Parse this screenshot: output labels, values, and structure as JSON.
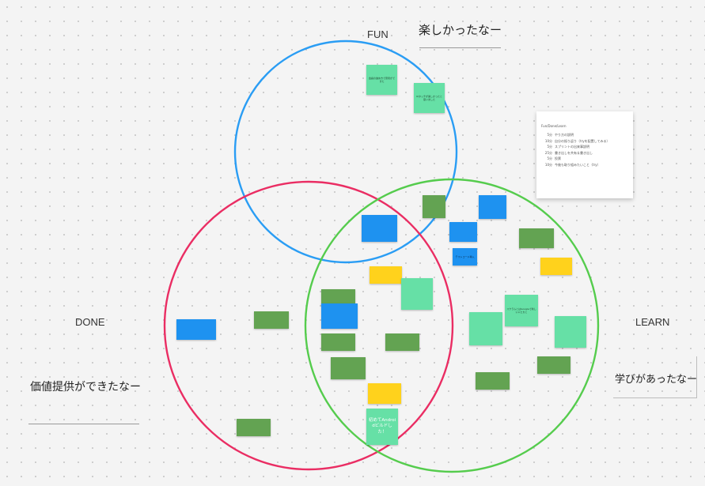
{
  "labels": {
    "fun": "FUN",
    "done": "DONE",
    "learn": "LEARN"
  },
  "headings": {
    "fun": "楽しかったなー",
    "done": "価値提供ができたなー",
    "learn": "学びがあったなー"
  },
  "colors": {
    "fun_circle": "#2a9df4",
    "done_circle": "#ea2d63",
    "learn_circle": "#55cc4d"
  },
  "agenda": {
    "title": "Fun/Done/Learn",
    "rows": [
      {
        "duration": "5分",
        "text": "やり方の説明"
      },
      {
        "duration": "10分",
        "text": "自分の振り返り（tryを配置してみる）"
      },
      {
        "duration": "5分",
        "text": "スプリントの出来事説明"
      },
      {
        "duration": "25分",
        "text": "書き出しを共有＆書き出し"
      },
      {
        "duration": "5分",
        "text": "投票"
      },
      {
        "duration": "10分",
        "text": "今後も取り組みたいこと（try）"
      }
    ]
  },
  "notes": [
    {
      "text": "会議の進め方で意見ができた",
      "color": "mint",
      "size": "small"
    },
    {
      "text": "UIタッチが楽しかったと思いました",
      "color": "mint",
      "size": "small"
    },
    {
      "text": "",
      "color": "green",
      "size": "small"
    },
    {
      "text": "",
      "color": "blue",
      "size": "small"
    },
    {
      "text": "",
      "color": "blue",
      "size": "small"
    },
    {
      "text": "",
      "color": "blue",
      "size": "small"
    },
    {
      "text": "",
      "color": "green",
      "size": "small"
    },
    {
      "text": "",
      "color": "yellow",
      "size": "small"
    },
    {
      "text": "テストコード導入",
      "color": "blue",
      "size": "small"
    },
    {
      "text": "",
      "color": "yellow",
      "size": "small"
    },
    {
      "text": "",
      "color": "mint",
      "size": "small"
    },
    {
      "text": "",
      "color": "green",
      "size": "small"
    },
    {
      "text": "",
      "color": "blue",
      "size": "small"
    },
    {
      "text": "",
      "color": "blue",
      "size": "small"
    },
    {
      "text": "",
      "color": "green",
      "size": "small"
    },
    {
      "text": "スクラムとはGoogleで新しい人たちと",
      "color": "mint",
      "size": "small"
    },
    {
      "text": "",
      "color": "mint",
      "size": "small"
    },
    {
      "text": "",
      "color": "mint",
      "size": "small"
    },
    {
      "text": "",
      "color": "green",
      "size": "small"
    },
    {
      "text": "",
      "color": "green",
      "size": "small"
    },
    {
      "text": "",
      "color": "green",
      "size": "small"
    },
    {
      "text": "",
      "color": "green",
      "size": "small"
    },
    {
      "text": "",
      "color": "green",
      "size": "small"
    },
    {
      "text": "",
      "color": "yellow",
      "size": "small"
    },
    {
      "text": "初めてAndroidビルドした！",
      "color": "mint",
      "size": "big"
    },
    {
      "text": "",
      "color": "green",
      "size": "small"
    },
    {
      "text": "",
      "color": "green",
      "size": "small"
    },
    {
      "text": "",
      "color": "green",
      "size": "small"
    }
  ]
}
